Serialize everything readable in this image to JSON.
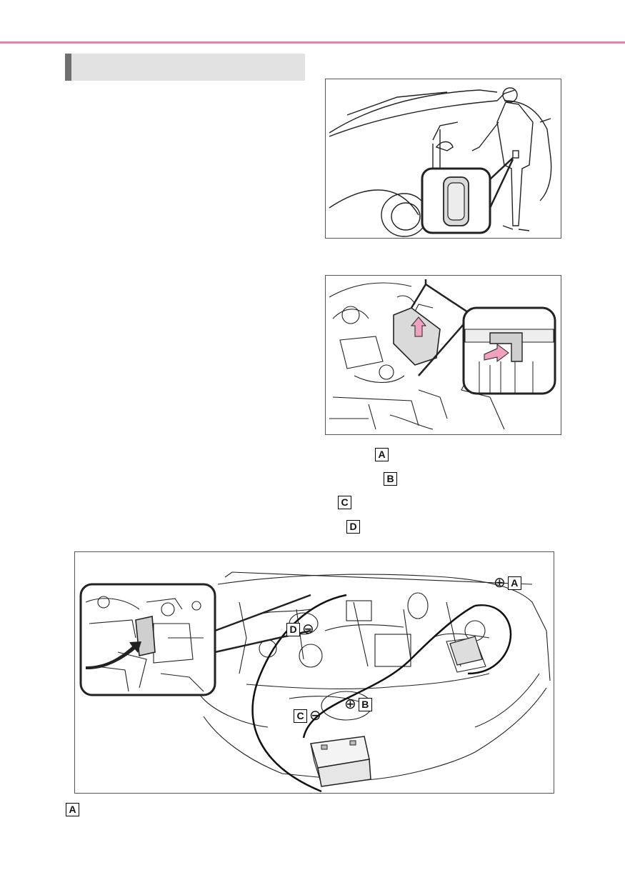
{
  "header": {
    "section_title": ""
  },
  "figure2_labels": [
    "A",
    "B",
    "C",
    "D"
  ],
  "figure3": {
    "labels": {
      "a": "A",
      "b": "B",
      "c": "C",
      "d": "D"
    },
    "signs": {
      "plus": "⊕",
      "minus": "⊖"
    }
  },
  "footer": {
    "label": "A"
  },
  "colors": {
    "accent_rule": "#e77fb0",
    "arrow_pink": "#f2a0c0",
    "section_bar": "#e2e2e2"
  }
}
